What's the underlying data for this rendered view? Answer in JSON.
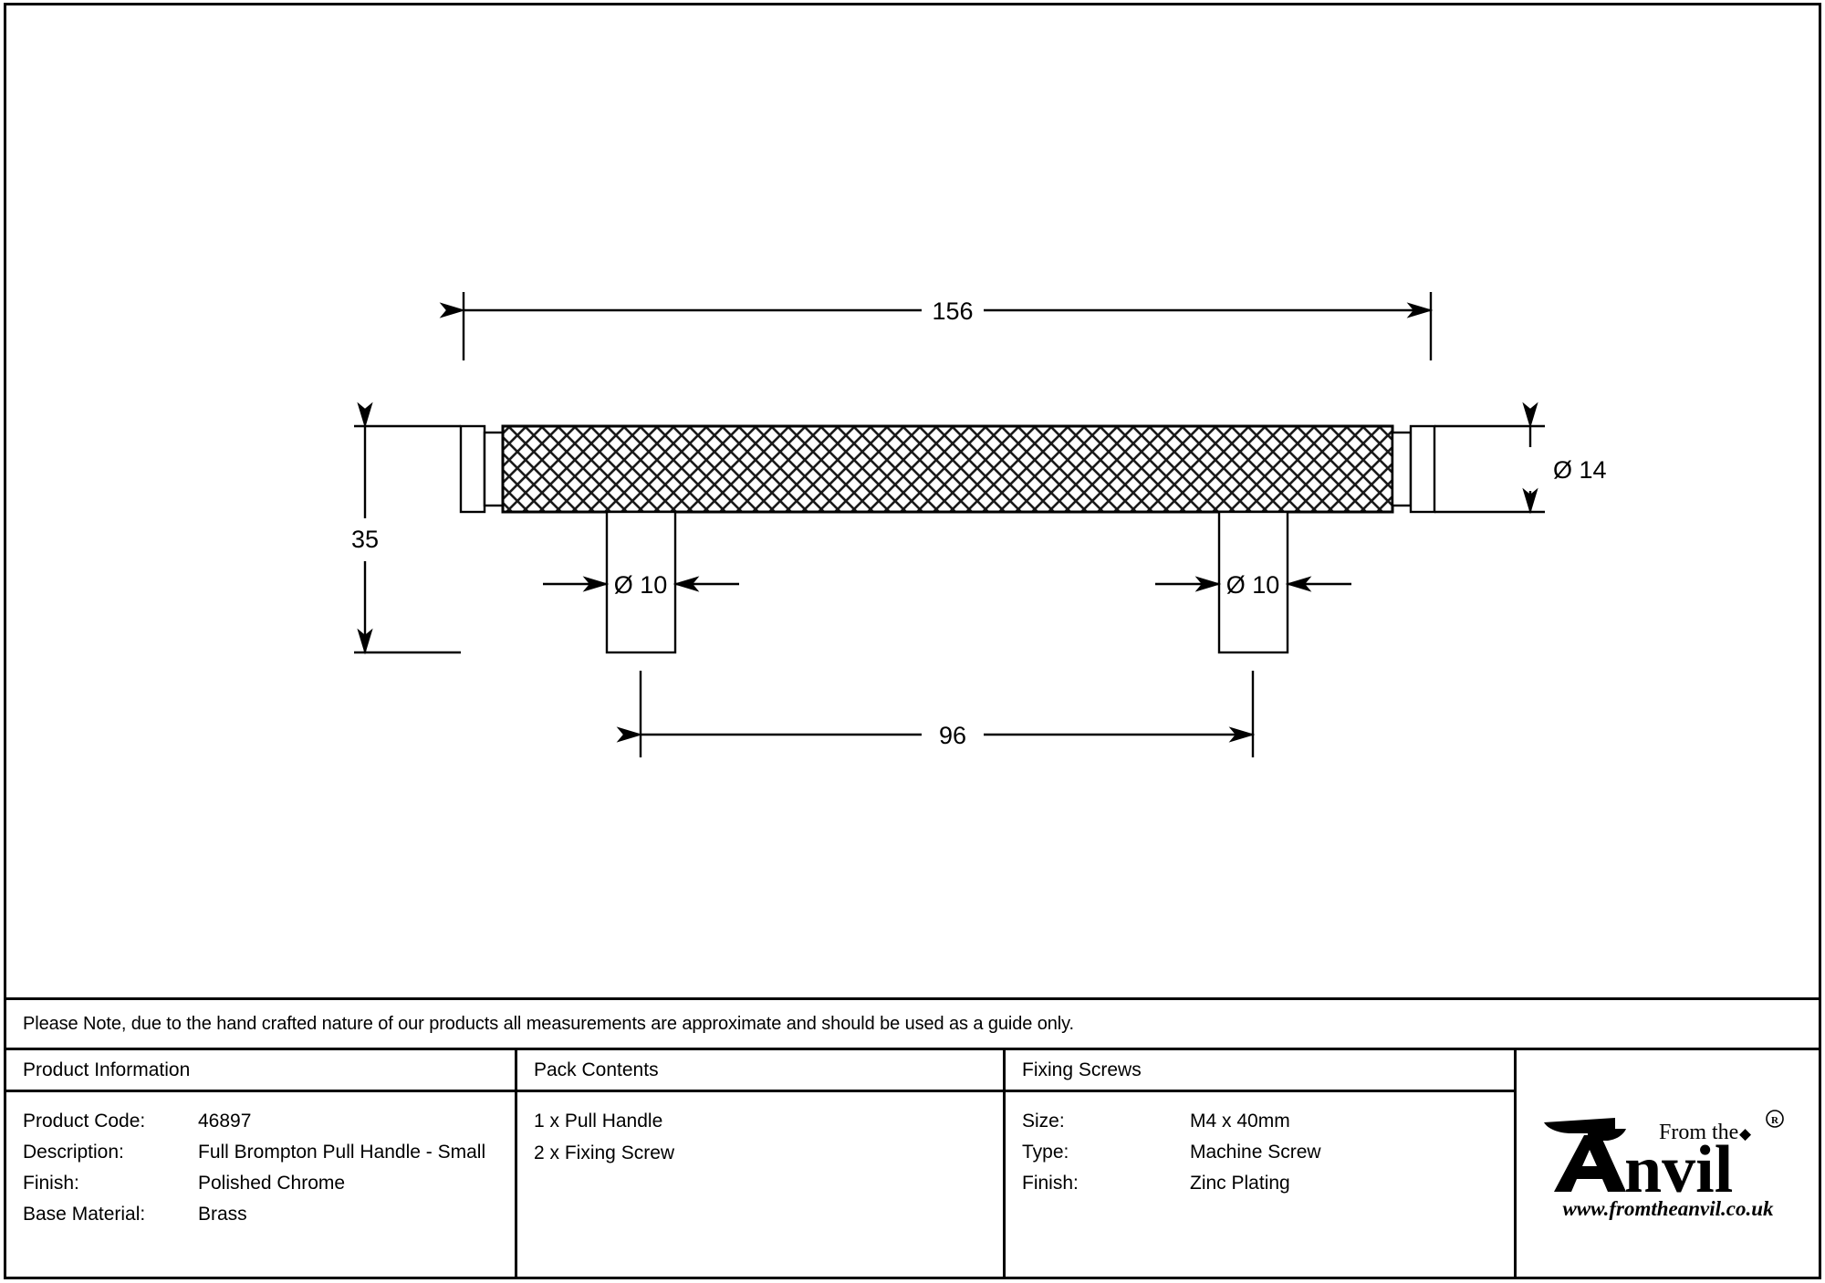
{
  "drawing": {
    "title": "Full Brompton Pull Handle - Small technical drawing",
    "dimensions": {
      "overall_length": "156",
      "centres": "96",
      "projection": "35",
      "bar_diameter": "Ø 14",
      "post_diameter_left": "Ø 10",
      "post_diameter_right": "Ø 10"
    }
  },
  "note": {
    "text": "Please Note, due to the hand crafted nature of our products all measurements are approximate and should be used as a guide only."
  },
  "product_information": {
    "heading": "Product Information",
    "rows": [
      {
        "key": "Product Code:",
        "value": "46897"
      },
      {
        "key": "Description:",
        "value": "Full Brompton Pull Handle - Small"
      },
      {
        "key": "Finish:",
        "value": "Polished Chrome"
      },
      {
        "key": "Base Material:",
        "value": "Brass"
      }
    ]
  },
  "pack_contents": {
    "heading": "Pack Contents",
    "items": [
      "1 x Pull Handle",
      "2 x Fixing Screw"
    ]
  },
  "fixing_screws": {
    "heading": "Fixing Screws",
    "rows": [
      {
        "key": "Size:",
        "value": "M4 x 40mm"
      },
      {
        "key": "Type:",
        "value": "Machine Screw"
      },
      {
        "key": "Finish:",
        "value": "Zinc Plating"
      }
    ]
  },
  "logo": {
    "line_top": "From the",
    "wordmark": "Anvil",
    "registered": "®",
    "url": "www.fromtheanvil.co.uk",
    "diamond": "◆"
  },
  "colors": {
    "ink": "#000000",
    "paper": "#ffffff"
  }
}
